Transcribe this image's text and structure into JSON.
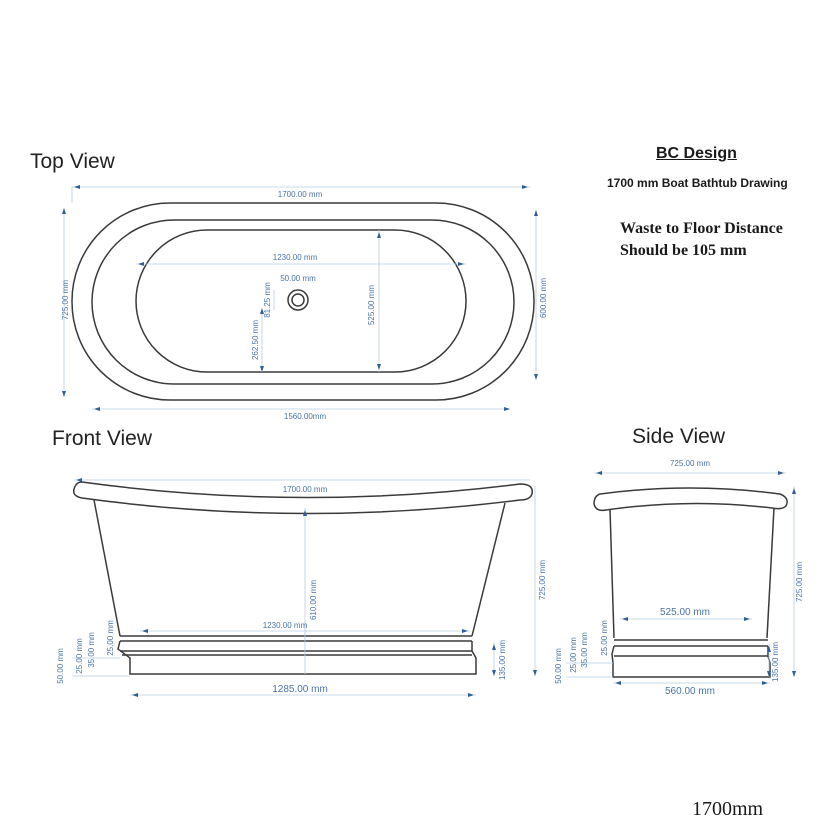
{
  "header": {
    "brand": "BC Design",
    "subtitle": "1700 mm Boat Bathtub Drawing",
    "note_line1": "Waste to Floor Distance",
    "note_line2": "Should be 105 mm"
  },
  "views": {
    "top": {
      "title": "Top View",
      "dims": {
        "overall_length": "1700.00 mm",
        "inner_length": "1230.00 mm",
        "waste_diameter": "50.00 mm",
        "waste_offset_small": "81.25 mm",
        "waste_to_edge": "262.50 mm",
        "inner_width": "525.00 mm",
        "rim_width": "600.00 mm",
        "overall_width": "725.00 mm",
        "base_length": "1560.00mm"
      }
    },
    "front": {
      "title": "Front View",
      "dims": {
        "overall_length": "1700.00 mm",
        "inner_depth": "610.00 mm",
        "plinth_top_length": "1230.00 mm",
        "overall_height": "725.00 mm",
        "plinth_height": "135.00 mm",
        "base_length": "1285.00 mm",
        "step1": "25.00 mm",
        "step2": "25.00 mm",
        "step3": "35.00 mm",
        "base": "50.00 mm"
      }
    },
    "side": {
      "title": "Side View",
      "dims": {
        "overall_width": "725.00 mm",
        "overall_height": "725.00 mm",
        "plinth_top_width": "525.00 mm",
        "plinth_height": "135.00 mm",
        "base_width": "560.00 mm",
        "step1": "25.00 mm",
        "step2": "25.00 mm",
        "step3": "35.00 mm",
        "base": "50.00 mm"
      }
    }
  },
  "footer": {
    "size_label": "1700mm"
  },
  "colors": {
    "dimension": "#4a74a8",
    "outline": "#3a3a3a",
    "extension": "#b9cce0"
  }
}
